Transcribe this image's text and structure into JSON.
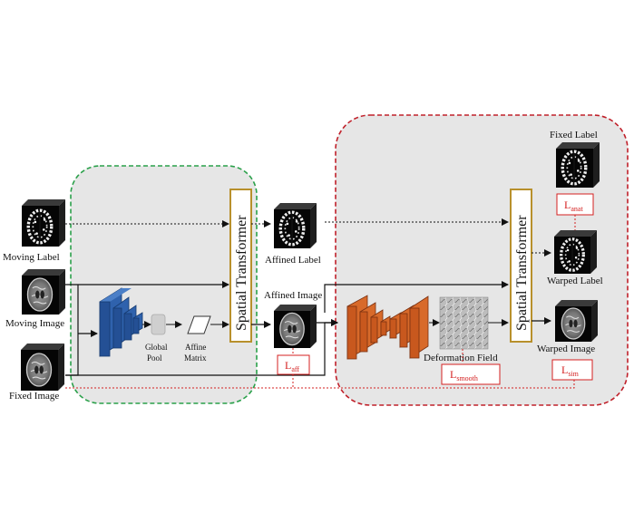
{
  "panels": {
    "affine": {
      "border_color": "#2aa04a"
    },
    "deformable": {
      "border_color": "#c0202a"
    }
  },
  "inputs": {
    "moving_label": "Moving Label",
    "moving_image": "Moving Image",
    "fixed_image": "Fixed Image"
  },
  "affine_stage": {
    "global_pool": [
      "Global",
      "Pool"
    ],
    "affine_matrix": [
      "Affine",
      "Matrix"
    ],
    "spatial_transformer": "Spatial Transformer",
    "affined_label": "Affined Label",
    "affined_image": "Affined Image",
    "loss": {
      "main": "L",
      "sub": "aff"
    }
  },
  "deformable_stage": {
    "deformation_field": "Deformation Field",
    "spatial_transformer": "Spatial Transformer",
    "fixed_label": "Fixed Label",
    "warped_label": "Warped Label",
    "warped_image": "Warped Image",
    "loss_smooth": {
      "main": "L",
      "sub": "smooth"
    },
    "loss_anat": {
      "main": "L",
      "sub": "anat"
    },
    "loss_sim": {
      "main": "L",
      "sub": "sim"
    }
  },
  "colors": {
    "panel_fill": "#e6e6e6",
    "encoder_blue": "#2f62ad",
    "unet_orange": "#c8581e",
    "transformer_border": "#b8902c",
    "loss_red": "#d42020"
  },
  "icons": [
    "brain-label-cube",
    "brain-image-cube",
    "global-pool-block",
    "affine-matrix-parallelogram",
    "deformation-field-texture"
  ]
}
